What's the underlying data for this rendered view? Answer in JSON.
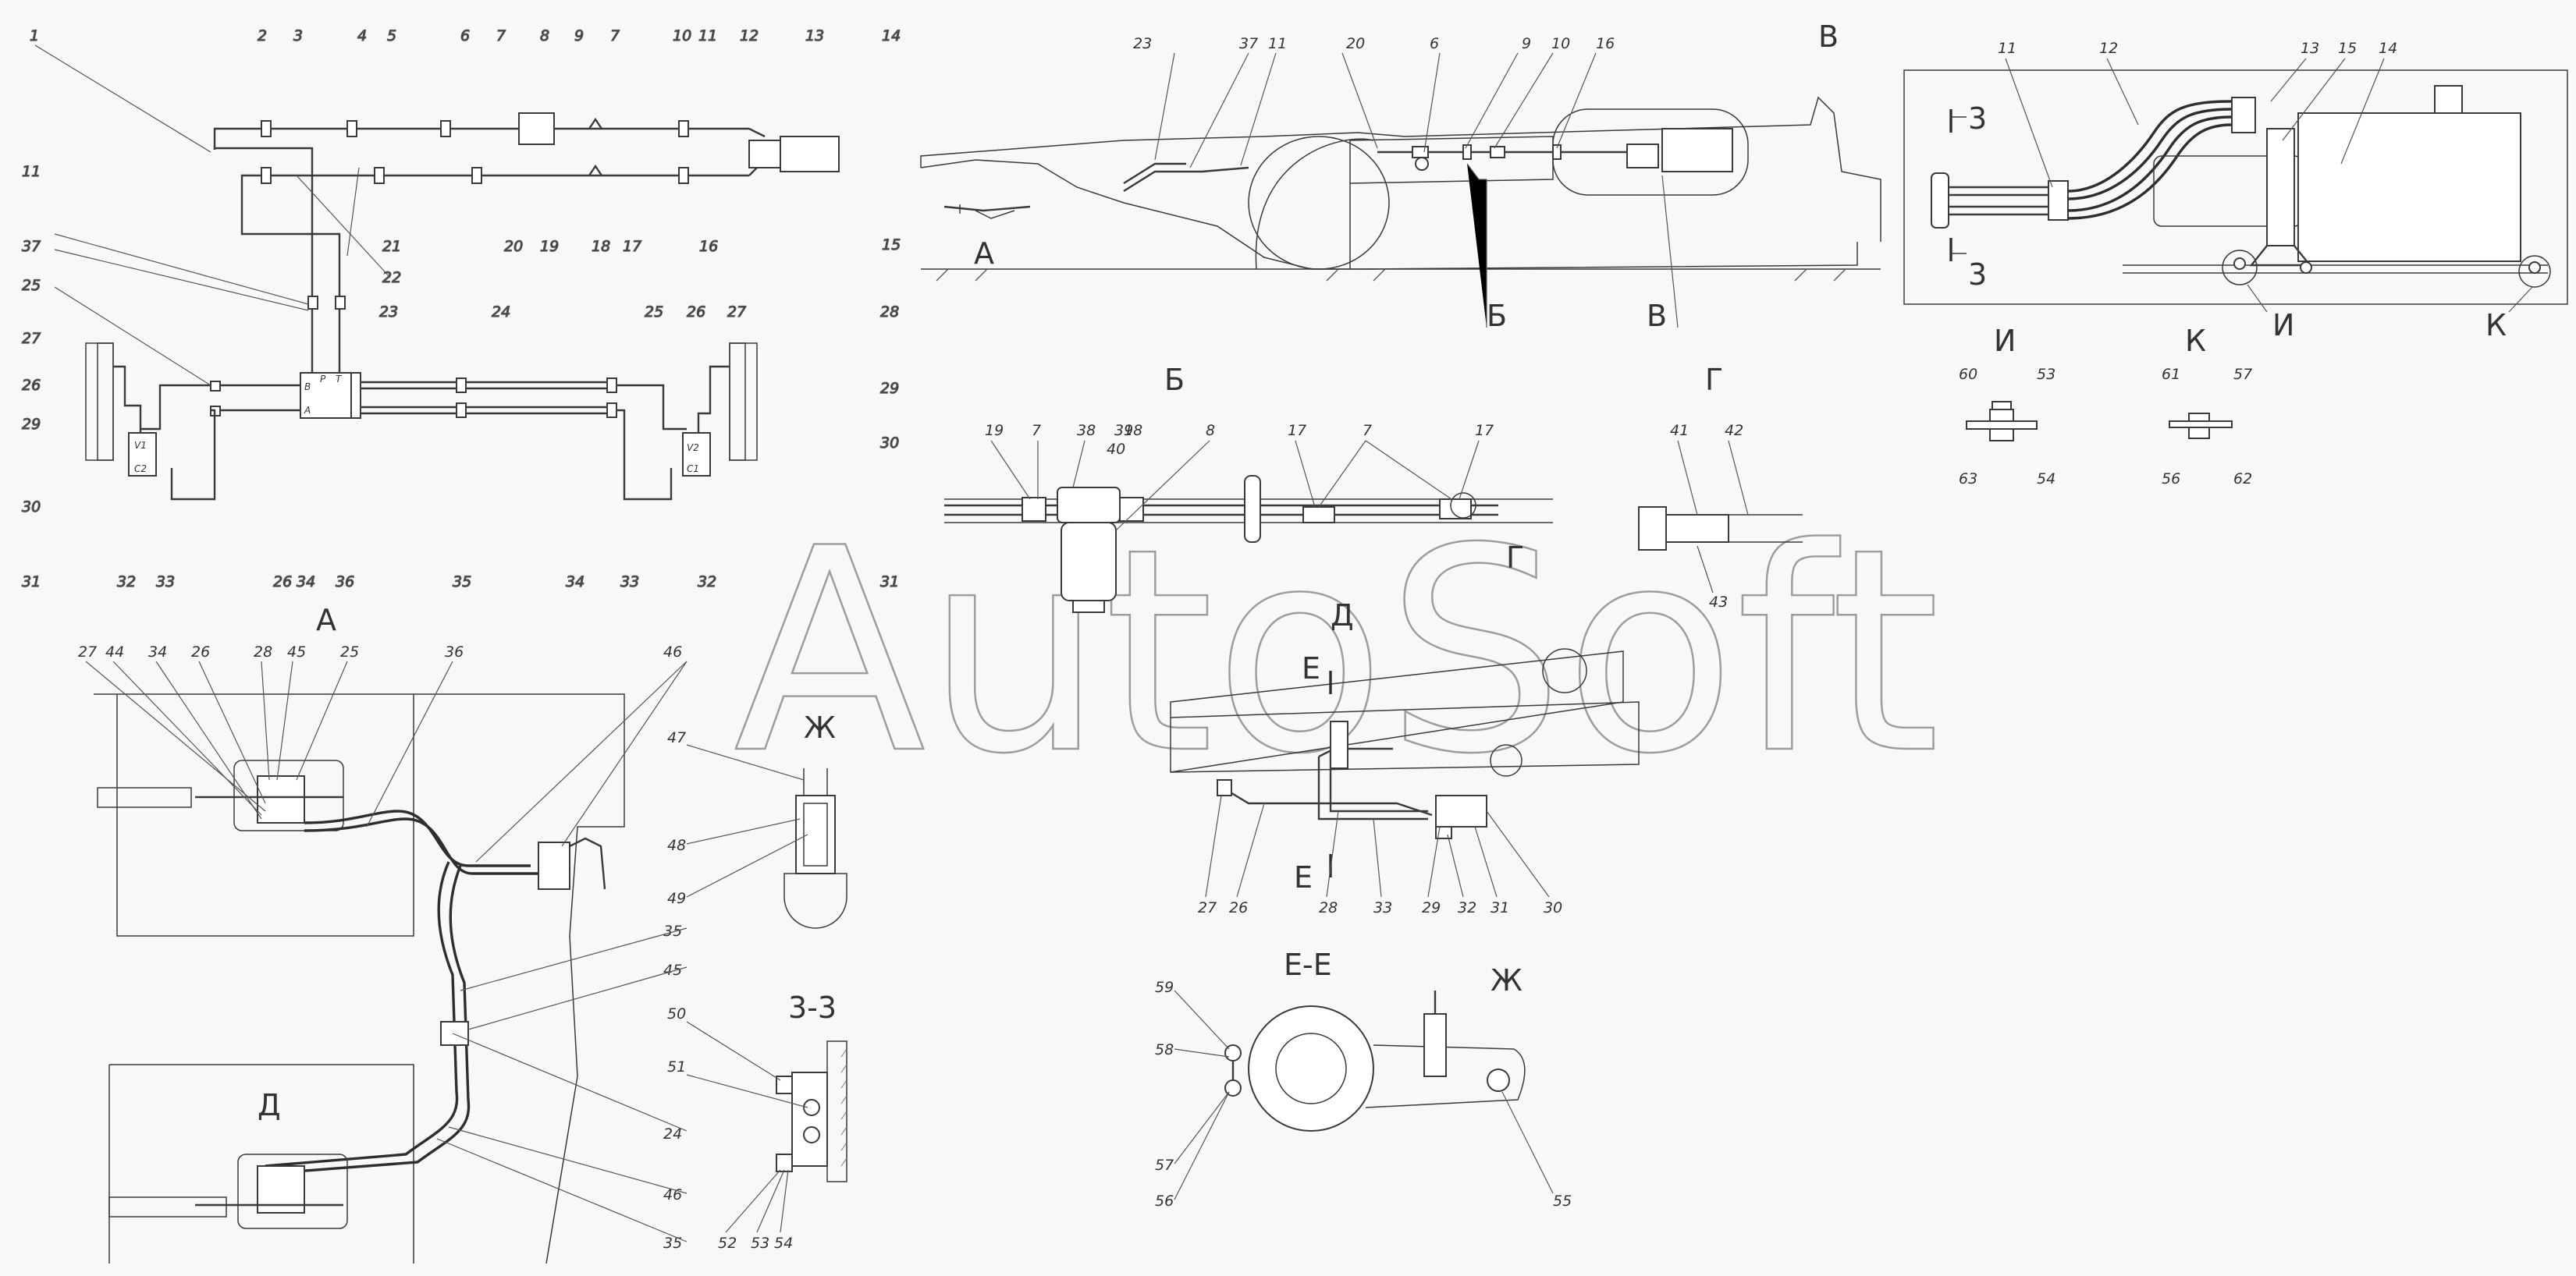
{
  "watermark": "AutoSoft",
  "views": {
    "A": "А",
    "B": "Б",
    "V": "В",
    "G": "Г",
    "D": "Д",
    "ZH": "Ж",
    "ZZ": "3-3",
    "EE": "Е-Е",
    "I": "И",
    "K": "К"
  },
  "markers": {
    "A": "А",
    "B": "Б",
    "V": "В",
    "D": "Д",
    "E": "Е",
    "I": "И",
    "K": "К",
    "Z3": "3"
  },
  "valve_ports": [
    "B",
    "A",
    "P",
    "T",
    "V1",
    "V2",
    "C1",
    "C2"
  ],
  "callouts": {
    "schematic": [
      "1",
      "2",
      "3",
      "4",
      "5",
      "6",
      "7",
      "8",
      "9",
      "7",
      "10",
      "11",
      "12",
      "13",
      "14",
      "15",
      "16",
      "17",
      "18",
      "19",
      "20",
      "21",
      "22",
      "11",
      "37",
      "23",
      "24",
      "25",
      "26",
      "27",
      "28",
      "25",
      "26",
      "27",
      "29",
      "30",
      "29",
      "31",
      "32",
      "33",
      "34",
      "35",
      "36",
      "26",
      "34",
      "33",
      "32",
      "31",
      "30"
    ],
    "view_b": [
      "19",
      "7",
      "38",
      "39",
      "40",
      "18",
      "8",
      "17",
      "7",
      "17"
    ],
    "view_g": [
      "41",
      "42",
      "43"
    ],
    "view_v": [
      "11",
      "12",
      "13",
      "15",
      "14"
    ],
    "view_i": [
      "60",
      "53",
      "63",
      "54"
    ],
    "view_k": [
      "61",
      "57",
      "56",
      "62"
    ],
    "view_a": [
      "27",
      "44",
      "34",
      "26",
      "28",
      "45",
      "25",
      "36",
      "46",
      "35",
      "45",
      "24",
      "46",
      "35"
    ],
    "view_zh": [
      "47",
      "48",
      "49"
    ],
    "view_z3": [
      "50",
      "51",
      "52",
      "53",
      "54"
    ],
    "view_d": [
      "27",
      "26",
      "28",
      "33",
      "29",
      "32",
      "31",
      "30"
    ],
    "view_ee": [
      "59",
      "58",
      "57",
      "56",
      "55"
    ],
    "vehicle": [
      "23",
      "37",
      "11",
      "20",
      "6",
      "9",
      "10",
      "16"
    ]
  }
}
